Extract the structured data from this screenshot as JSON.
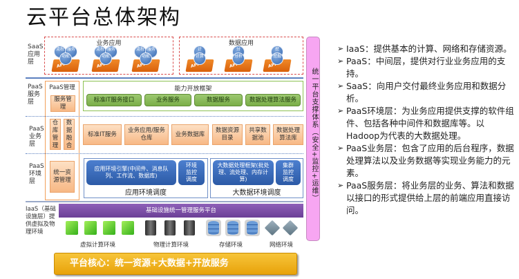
{
  "title": "云平台总体架构",
  "layers": {
    "saas": {
      "label": "SaaS应用层",
      "business_apps": {
        "title": "业务应用",
        "badge": "APP",
        "balls": [
          "流程",
          "服务",
          "功能"
        ]
      },
      "data_apps": {
        "title": "数据应用",
        "badge": "APP",
        "items": [
          {
            "balls": [
              "计",
              "计算"
            ]
          },
          {
            "balls": [
              "分",
              "分析"
            ]
          },
          {
            "balls": [
              "挖",
              "挖掘"
            ]
          }
        ]
      }
    },
    "paas_service": {
      "label": "PaaS服务层",
      "management_title": "PaaS管理",
      "service_management": "服务管理",
      "framework_title": "能力开放框架",
      "services": [
        "标准IT服务接口",
        "业务服务",
        "数据服务",
        "数据处理算法服务"
      ]
    },
    "paas_business": {
      "label": "PaaS业务层",
      "warehouse_management": "仓库管理",
      "data_fusion": "数据融合",
      "items": [
        "标准IT服务",
        "业务应用/服务仓库",
        "业务数据库",
        "数据资源目录",
        "共享数据池",
        "数据处理算法库"
      ]
    },
    "paas_env": {
      "label": "PaaS环境层",
      "unified_resource": "统一资源管理",
      "app_env": {
        "engine": "应用环境引擎(中间件、消息队列、工作流、数据库)",
        "monitor": "环境监控调度",
        "caption": "应用环境调度"
      },
      "bigdata_env": {
        "framework": "大数据处理框架(批处理、流处理、内存计算)",
        "monitor": "集群监控调度",
        "caption": "大数据环境调度"
      }
    },
    "iaas": {
      "label": "IaaS（基础设施层）提供虚拟及物理环境",
      "platform": "基础设施统一管理服务平台",
      "envs": [
        "虚拟计算环境",
        "物理计算环境",
        "存储环境",
        "网络环境"
      ]
    }
  },
  "core": "平台核心：统一资源+大数据+开放服务",
  "side_system": "统一平台支撑体系（安全+监控+运维）",
  "bullets": [
    "IaaS：提供基本的计算、网络和存储资源。",
    "PaaS：中间层，提供对行业业务应用的支持。",
    "SaaS：向用户交付最终业务应用和数据分析。",
    "PaaS环境层：为业务应用提供支撑的软件组件、包括各种中间件和数据库等。以Hadoop为代表的大数据处理。",
    "PaaS业务层：包含了应用的后台程序，数据处理算法以及业务数据等实现业务能力的元素。",
    "PaaS服务层：将业务层的业务、算法和数据以接口的形式提供给上层的前端应用直接访问。"
  ],
  "bullet_marker": "➢"
}
